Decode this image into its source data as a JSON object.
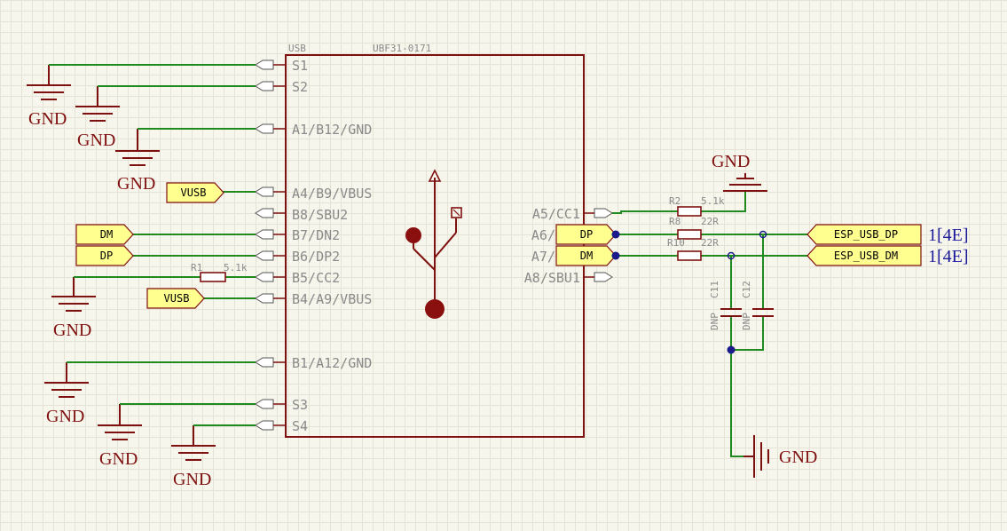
{
  "component": {
    "designator": "USB",
    "part_number": "UBF31-0171",
    "left_pins": [
      "S1",
      "S2",
      "A1/B12/GND",
      "A4/B9/VBUS",
      "B8/SBU2",
      "B7/DN2",
      "B6/DP2",
      "B5/CC2",
      "B4/A9/VBUS",
      "B1/A12/GND",
      "S3",
      "S4"
    ],
    "right_pins": [
      "A5/CC1",
      "A6/",
      "A7/",
      "A8/SBU1"
    ]
  },
  "net_labels": {
    "gnd": "GND",
    "vusb": "VUSB",
    "dm": "DM",
    "dp": "DP"
  },
  "resistors": {
    "r1": {
      "ref": "R1",
      "value": "5.1k"
    },
    "r2": {
      "ref": "R2",
      "value": "5.1k"
    },
    "r8": {
      "ref": "R8",
      "value": "22R"
    },
    "r10": {
      "ref": "R10",
      "value": "22R"
    }
  },
  "capacitors": {
    "c11": {
      "ref": "C11",
      "value": "DNP"
    },
    "c12": {
      "ref": "C12",
      "value": "DNP"
    }
  },
  "ports": {
    "esp_dp": {
      "name": "ESP_USB_DP",
      "ref": "1[4E]"
    },
    "esp_dm": {
      "name": "ESP_USB_DM",
      "ref": "1[4E]"
    }
  },
  "colors": {
    "wire": "#1f8a1f",
    "component": "#7f1010",
    "port_fill": "#ffff90",
    "junction": "#1a1a8a",
    "background": "#f7f6ec"
  }
}
